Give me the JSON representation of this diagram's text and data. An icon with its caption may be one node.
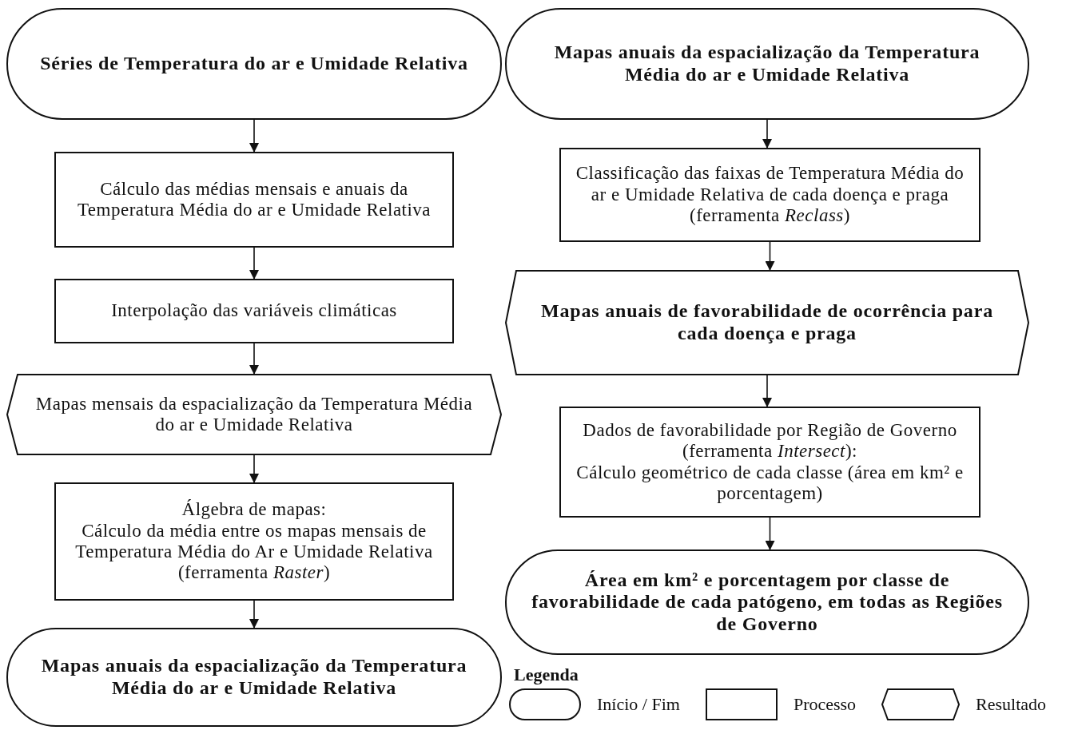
{
  "diagram": {
    "nodes": [
      {
        "text": [
          "Séries de Temperatura do ar e Umidade Relativa"
        ]
      },
      {
        "text": [
          "Cálculo das médias mensais e anuais da Temperatura Média do ar e Umidade Relativa"
        ]
      },
      {
        "text": [
          "Interpolação das variáveis climáticas"
        ]
      },
      {
        "text": [
          "Mapas mensais da espacialização da Temperatura Média do ar e Umidade Relativa"
        ]
      },
      {
        "text": [
          "Álgebra de mapas:",
          "Cálculo da média entre os mapas mensais de Temperatura Média do Ar e Umidade Relativa (ferramenta *Raster*)"
        ]
      },
      {
        "text": [
          "Mapas anuais da espacialização da Temperatura Média do ar e Umidade Relativa"
        ]
      },
      {
        "text": [
          "Mapas anuais da espacialização da Temperatura Média do ar e Umidade Relativa"
        ]
      },
      {
        "text": [
          "Classificação das faixas de Temperatura Média do ar e Umidade Relativa de cada doença e praga (ferramenta *Reclass*)"
        ]
      },
      {
        "text": [
          "Mapas anuais de favorabilidade de ocorrência para cada doença e praga"
        ]
      },
      {
        "text": [
          "Dados de favorabilidade por Região de Governo (ferramenta *Intersect*):",
          "Cálculo geométrico de cada classe (área em km² e porcentagem)"
        ]
      },
      {
        "text": [
          "Área em km² e porcentagem por classe de favorabilidade de cada patógeno, em todas as Regiões de Governo"
        ]
      }
    ],
    "edges": [
      {
        "from": 0,
        "to": 1,
        "arrow": "to"
      },
      {
        "from": 1,
        "to": 2,
        "arrow": "to"
      },
      {
        "from": 2,
        "to": 3,
        "arrow": "to"
      },
      {
        "from": 3,
        "to": 4,
        "arrow": "to"
      },
      {
        "from": 4,
        "to": 5,
        "arrow": "to"
      },
      {
        "from": 6,
        "to": 7,
        "arrow": "to"
      },
      {
        "from": 7,
        "to": 8,
        "arrow": "to"
      },
      {
        "from": 8,
        "to": 9,
        "arrow": "to"
      },
      {
        "from": 9,
        "to": 10,
        "arrow": "to"
      }
    ],
    "labels": [
      "Legenda"
    ],
    "legend": [
      {
        "text": "Início / Fim"
      },
      {
        "text": "Processo"
      },
      {
        "text": "Resultado"
      }
    ]
  }
}
